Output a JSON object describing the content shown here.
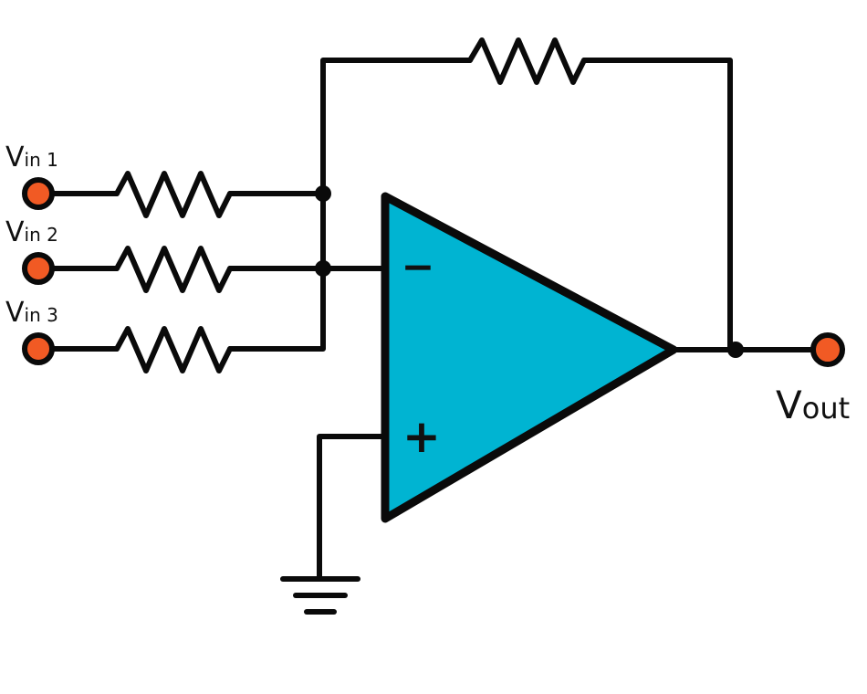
{
  "inputs": [
    {
      "main": "V",
      "sub": "in 1"
    },
    {
      "main": "V",
      "sub": "in 2"
    },
    {
      "main": "V",
      "sub": "in 3"
    }
  ],
  "output": {
    "main": "V",
    "sub": "out"
  },
  "opamp": {
    "inverting_symbol": "−",
    "noninverting_symbol": "+"
  },
  "colors": {
    "opamp_fill": "#00b4d2",
    "terminal_fill": "#f15a24",
    "stroke": "#0a0a0a"
  }
}
